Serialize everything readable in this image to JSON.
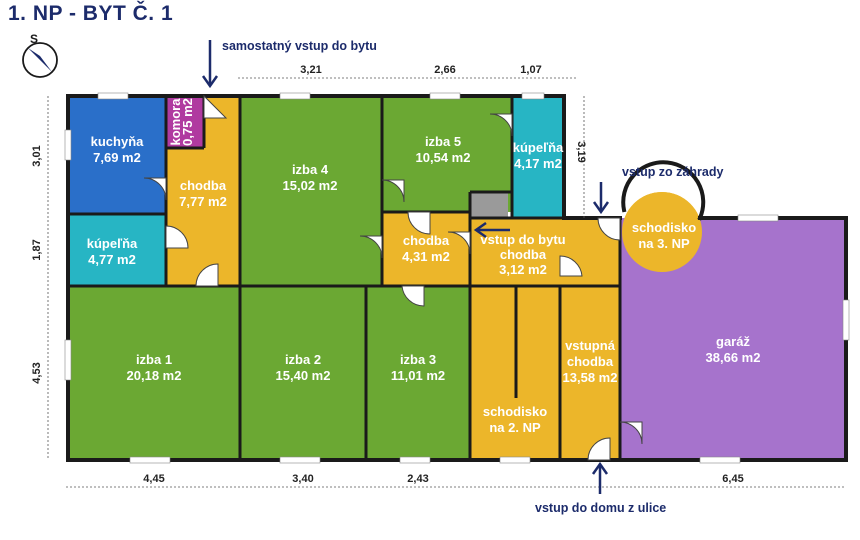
{
  "title": "1. NP - BYT Č. 1",
  "compass_letter": "S",
  "annotations": {
    "separate_entrance": "samostatný vstup do bytu",
    "garden_entrance": "vstup zo záhrady",
    "street_entrance": "vstup do domu z ulice"
  },
  "rooms": {
    "kitchen": {
      "name": "kuchyňa",
      "area": "7,69 m2"
    },
    "pantry": {
      "name": "komora",
      "area": "0,75 m2"
    },
    "hall1": {
      "name": "chodba",
      "area": "7,77 m2"
    },
    "bath1": {
      "name": "kúpeľňa",
      "area": "4,77 m2"
    },
    "room4": {
      "name": "izba 4",
      "area": "15,02 m2"
    },
    "room5": {
      "name": "izba 5",
      "area": "10,54 m2"
    },
    "bath2": {
      "name": "kúpeľňa",
      "area": "4,17 m2"
    },
    "hall2": {
      "name": "chodba",
      "area": "4,31 m2"
    },
    "hall3": {
      "name1": "vstup do bytu",
      "name2": "chodba",
      "area": "3,12 m2"
    },
    "stairs3": {
      "name1": "schodisko",
      "name2": "na 3. NP"
    },
    "garage": {
      "name": "garáž",
      "area": "38,66 m2"
    },
    "room1": {
      "name": "izba 1",
      "area": "20,18 m2"
    },
    "room2": {
      "name": "izba 2",
      "area": "15,40 m2"
    },
    "room3": {
      "name": "izba 3",
      "area": "11,01 m2"
    },
    "stairs2": {
      "name1": "schodisko",
      "name2": "na 2. NP"
    },
    "entryhall": {
      "name1": "vstupná",
      "name2": "chodba",
      "area": "13,58 m2"
    }
  },
  "dimensions": {
    "top": [
      "3,21",
      "2,66",
      "1,07"
    ],
    "left": [
      "3,01",
      "1,87",
      "4,53"
    ],
    "right": "3,19",
    "bottom": [
      "4,45",
      "3,40",
      "2,43",
      "6,45"
    ]
  },
  "colors": {
    "kitchen": "#2a6fc9",
    "bath": "#27b5c4",
    "pantry": "#b03aa0",
    "room": "#6ba833",
    "hall": "#ecb62a",
    "garage": "#a673cc",
    "gray": "#9a9a9a",
    "title": "#1c2b6b"
  }
}
